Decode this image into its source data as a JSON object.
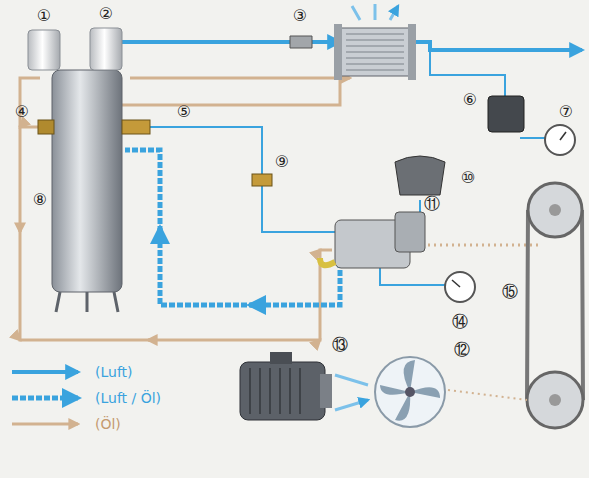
{
  "diagram": {
    "labels": [
      "①",
      "②",
      "③",
      "④",
      "⑤",
      "⑥",
      "⑦",
      "⑧",
      "⑨",
      "⑩",
      "⑪",
      "⑫",
      "⑬",
      "⑭",
      "⑮"
    ],
    "legend": [
      {
        "text": "(Luft)"
      },
      {
        "text": "(Luft / Öl)"
      },
      {
        "text": "(Öl)"
      }
    ]
  }
}
